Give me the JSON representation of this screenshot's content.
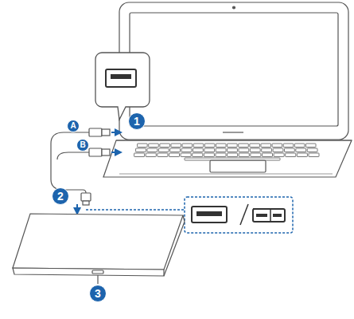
{
  "diagram": {
    "labels": [
      "1",
      "A",
      "B",
      "2",
      "3"
    ]
  }
}
